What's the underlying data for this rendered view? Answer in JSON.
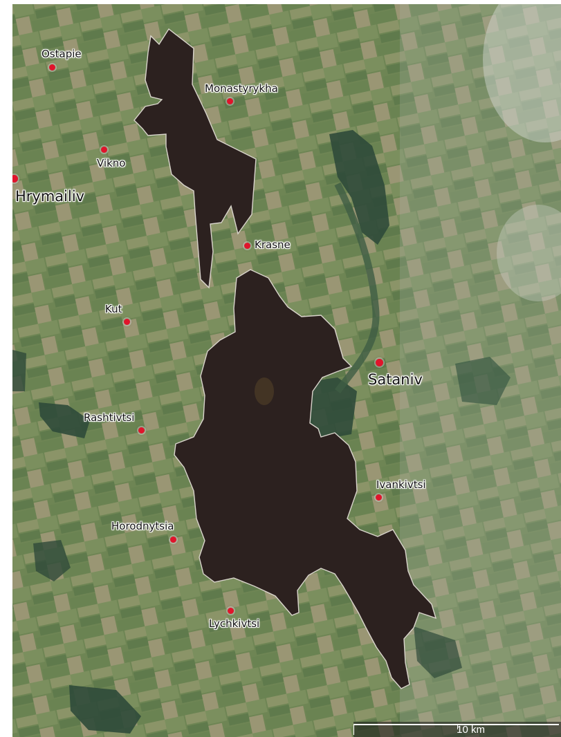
{
  "map": {
    "type": "satellite",
    "colors": {
      "field_green": "#6f8656",
      "forest_dark": "#2f4a3a",
      "burned_area": "#2c211f",
      "burned_outline": "#d9d4cc",
      "marker": "#e0142b"
    }
  },
  "places": [
    {
      "id": "ostapie",
      "name": "Ostapie",
      "size": "small"
    },
    {
      "id": "monastyrykha",
      "name": "Monastyrykha",
      "size": "small"
    },
    {
      "id": "vikno",
      "name": "Vikno",
      "size": "small"
    },
    {
      "id": "hrymailiv",
      "name": "Hrymailiv",
      "size": "large"
    },
    {
      "id": "krasne",
      "name": "Krasne",
      "size": "small"
    },
    {
      "id": "kut",
      "name": "Kut",
      "size": "small"
    },
    {
      "id": "sataniv",
      "name": "Sataniv",
      "size": "large"
    },
    {
      "id": "rashtivtsi",
      "name": "Rashtivtsi",
      "size": "small"
    },
    {
      "id": "ivankivtsi",
      "name": "Ivankivtsi",
      "size": "small"
    },
    {
      "id": "horodnytsia",
      "name": "Horodnytsia",
      "size": "small"
    },
    {
      "id": "lychkivtsi",
      "name": "Lychkivtsi",
      "size": "small"
    }
  ],
  "scale_bar": {
    "label": "10 km"
  }
}
